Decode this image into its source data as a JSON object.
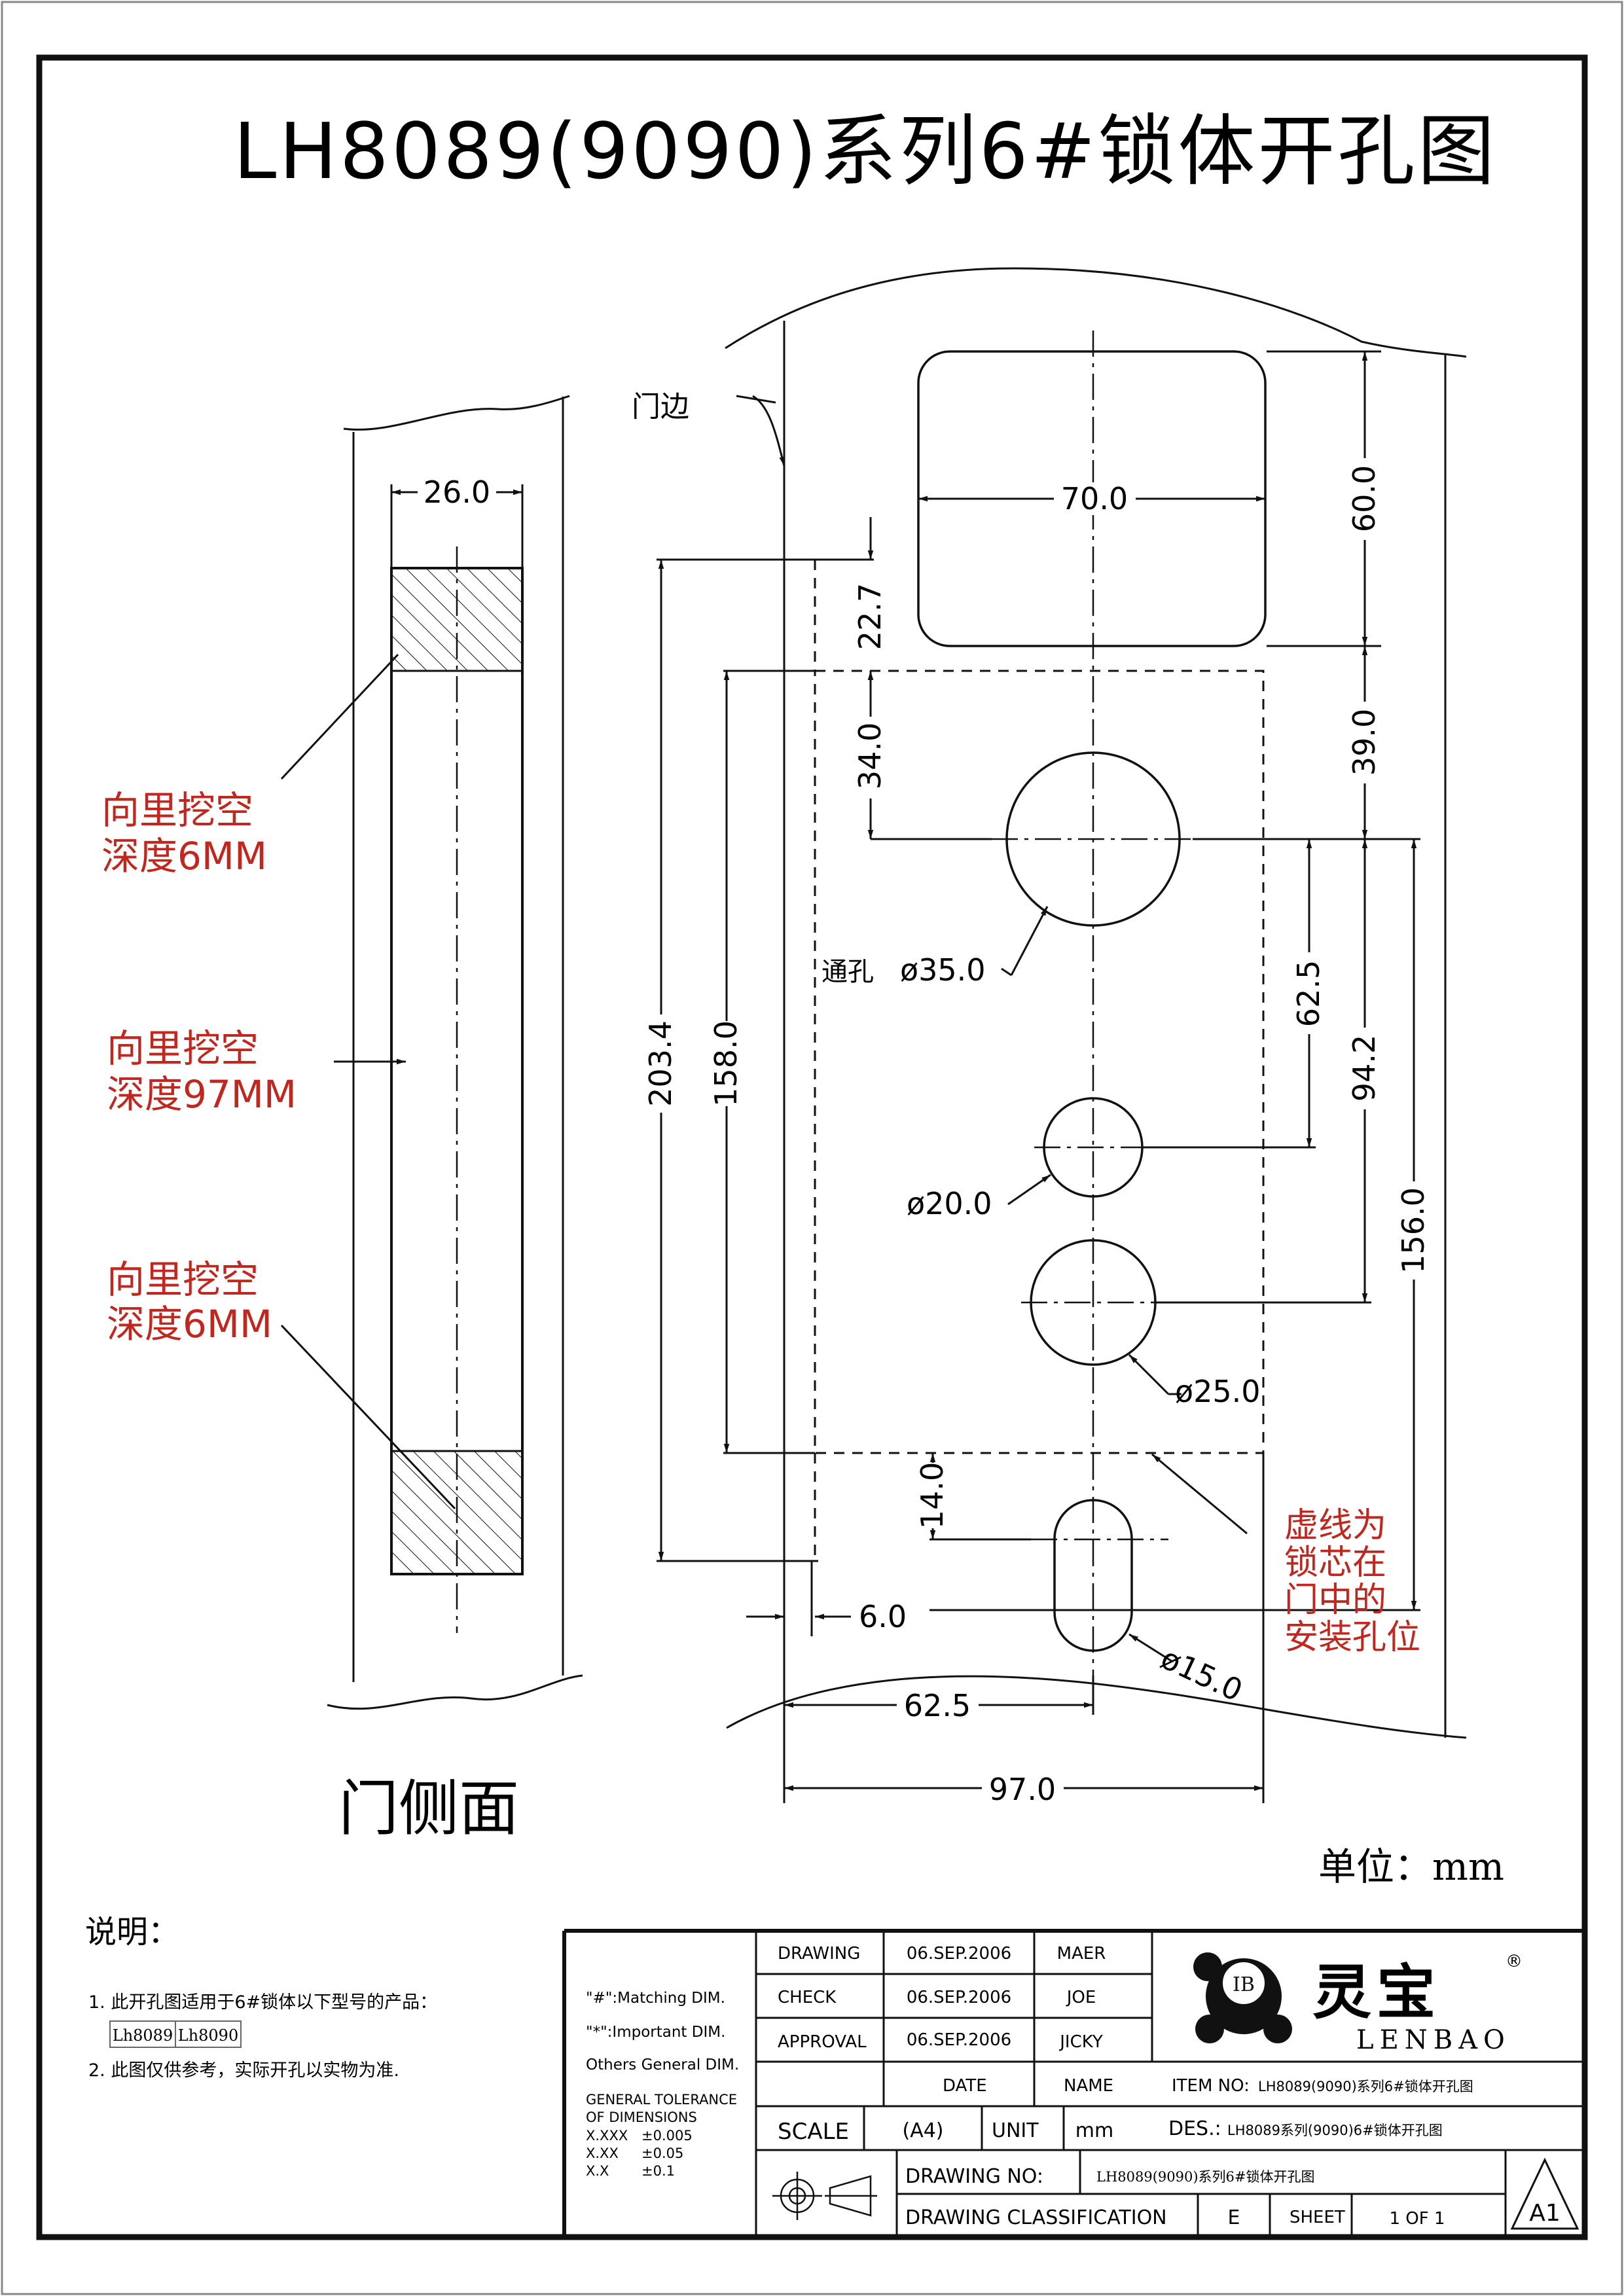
{
  "title": "LH8089(9090)系列6#锁体开孔图",
  "units": "单位：mm",
  "side_view": {
    "label": "门侧面",
    "width_dim": "26.0",
    "notes": [
      {
        "line1": "向里挖空",
        "line2": "深度6MM"
      },
      {
        "line1": "向里挖空",
        "line2": "深度97MM"
      },
      {
        "line1": "向里挖空",
        "line2": "深度6MM"
      }
    ]
  },
  "front_view": {
    "edge_label": "门边",
    "hole_label_prefix": "通孔",
    "dims": {
      "rect_width": "70.0",
      "rect_height": "60.0",
      "d_22_7": "22.7",
      "d_34_0": "34.0",
      "d_39_0": "39.0",
      "d_62_5_v": "62.5",
      "d_94_2": "94.2",
      "d_156_0": "156.0",
      "d_203_4": "203.4",
      "d_158_0": "158.0",
      "d_14_0": "14.0",
      "d_6_0": "6.0",
      "d_62_5_h": "62.5",
      "d_97_0": "97.0",
      "hole_35": "ø35.0",
      "hole_20": "ø20.0",
      "hole_25": "ø25.0",
      "hole_15": "ø15.0"
    },
    "dashed_note": [
      "虚线为",
      "锁芯在",
      "门中的",
      "安装孔位"
    ]
  },
  "notes": {
    "heading": "说明：",
    "item1": "1. 此开孔图适用于6#锁体以下型号的产品：",
    "models": [
      "Lh8089",
      "Lh8090"
    ],
    "item2": "2. 此图仅供参考，实际开孔以实物为准."
  },
  "title_block": {
    "legend": [
      "\"#\":Matching DIM.",
      "\"*\":Important DIM.",
      "Others General DIM."
    ],
    "tolerance_title": [
      "GENERAL TOLERANCE",
      "OF DIMENSIONS"
    ],
    "tolerances": [
      {
        "k": "X.XXX",
        "v": "±0.005"
      },
      {
        "k": "X.XX",
        "v": "±0.05"
      },
      {
        "k": "X.X",
        "v": "±0.1"
      }
    ],
    "rows": [
      {
        "label": "DRAWING",
        "date": "06.SEP.2006",
        "name": "MAER"
      },
      {
        "label": "CHECK",
        "date": "06.SEP.2006",
        "name": "JOE"
      },
      {
        "label": "APPROVAL",
        "date": "06.SEP.2006",
        "name": "JICKY"
      }
    ],
    "date_hdr": "DATE",
    "name_hdr": "NAME",
    "scale_label": "SCALE",
    "scale_value": "(A4)",
    "unit_label": "UNIT",
    "unit_value": "mm",
    "logo_initials": "IB",
    "brand_cn": "灵宝",
    "brand_en": "LENBAO",
    "registered": "®",
    "item_no_label": "ITEM NO:",
    "item_no_value": "LH8089(9090)系列6#锁体开孔图",
    "des_label": "DES.:",
    "des_value": "LH8089系列(9090)6#锁体开孔图",
    "drawing_no_label": "DRAWING NO:",
    "drawing_no_value": "LH8089(9090)系列6#锁体开孔图",
    "classification_label": "DRAWING CLASSIFICATION",
    "classification_value": "E",
    "sheet_label": "SHEET",
    "sheet_value": "1 OF 1",
    "size_code": "A1"
  }
}
